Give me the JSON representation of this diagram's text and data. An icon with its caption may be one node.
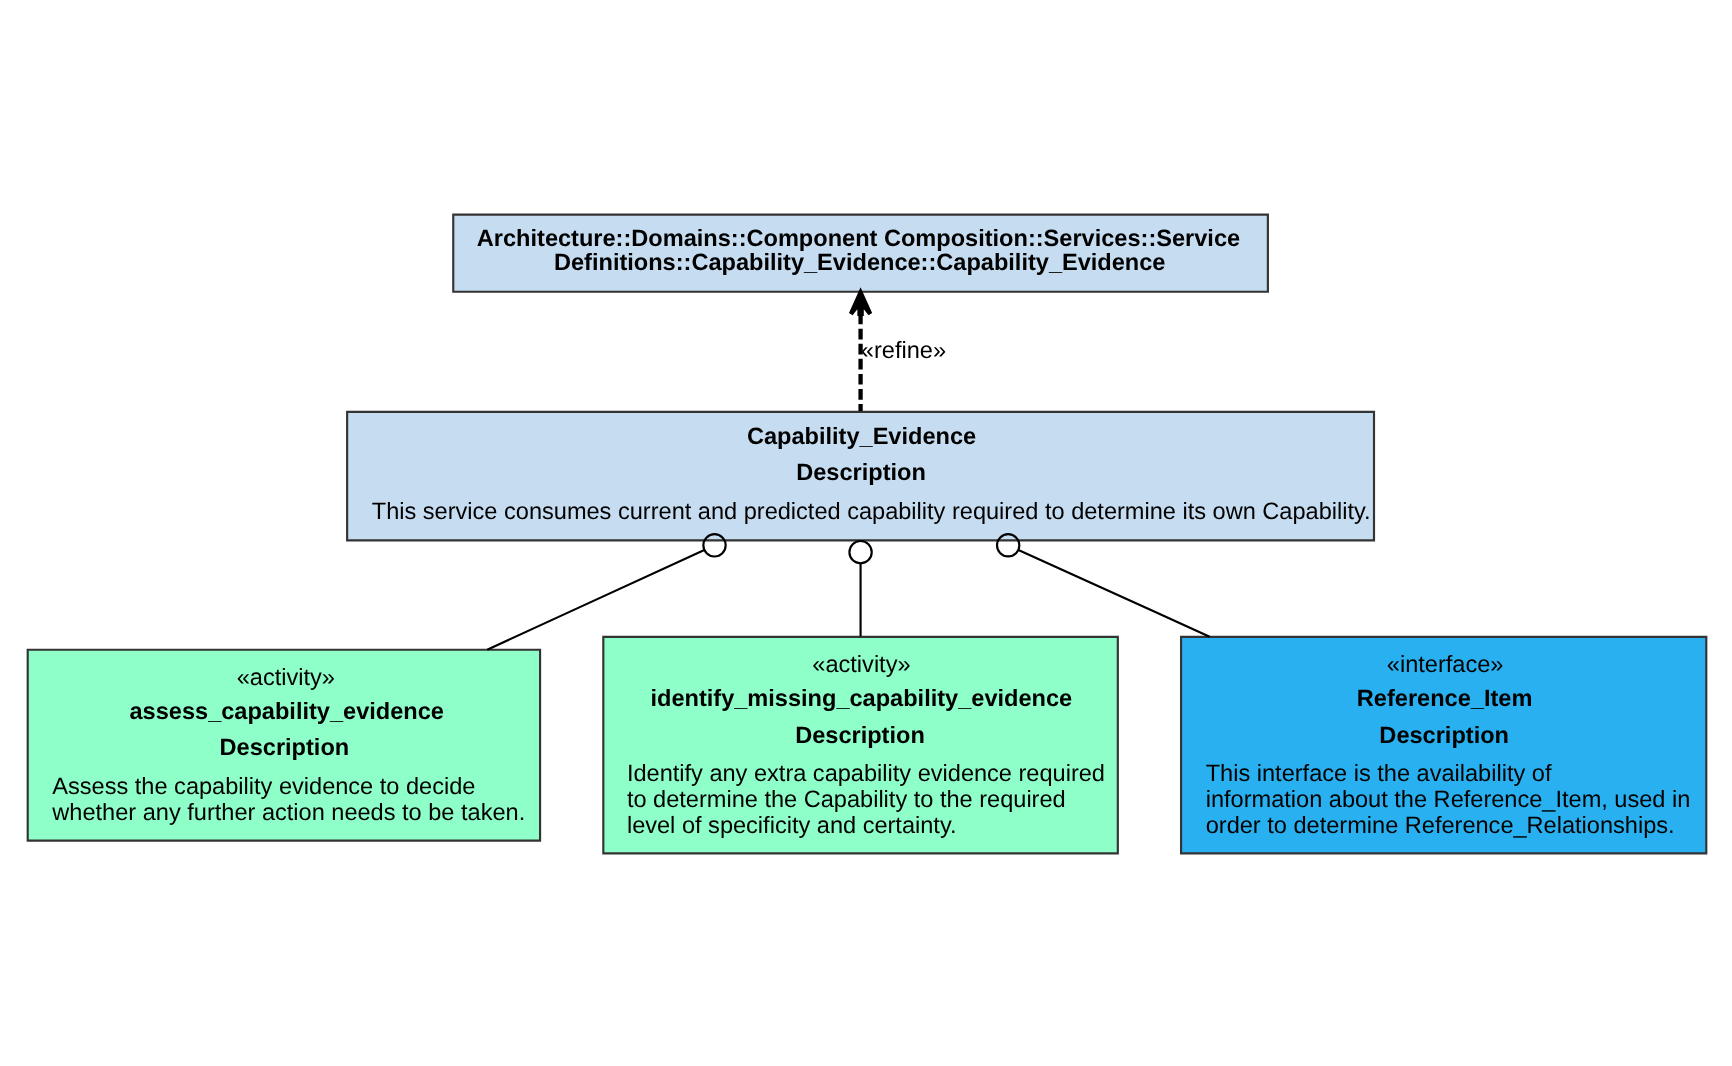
{
  "diagram": {
    "nodes": [
      {
        "text": [
          "Architecture::Domains::Component Composition::Services::Service Definitions::Capability_Evidence::Capability_Evidence"
        ]
      },
      {
        "text": [
          "Capability_Evidence",
          "Description",
          "This service consumes current and predicted capability required to determine its own Capability."
        ]
      },
      {
        "text": [
          "«activity»",
          "assess_capability_evidence",
          "Description",
          "Assess the capability evidence to decide whether any further action needs to be taken."
        ]
      },
      {
        "text": [
          "«activity»",
          "identify_missing_capability_evidence",
          "Description",
          "Identify any extra capability evidence required to determine the Capability to the required level of specificity and certainty."
        ]
      },
      {
        "text": [
          "«interface»",
          "Reference_Item",
          "Description",
          "This interface is the availability of information about the Reference_Item, used in order to determine Reference_Relationships."
        ]
      }
    ],
    "edges": [
      {
        "from": 1,
        "to": 0,
        "arrow": "to",
        "style": "dashed",
        "label": "«refine»"
      },
      {
        "from": 1,
        "to": 2,
        "arrow": "other"
      },
      {
        "from": 1,
        "to": 3,
        "arrow": "other"
      },
      {
        "from": 1,
        "to": 4,
        "arrow": "other"
      }
    ]
  }
}
